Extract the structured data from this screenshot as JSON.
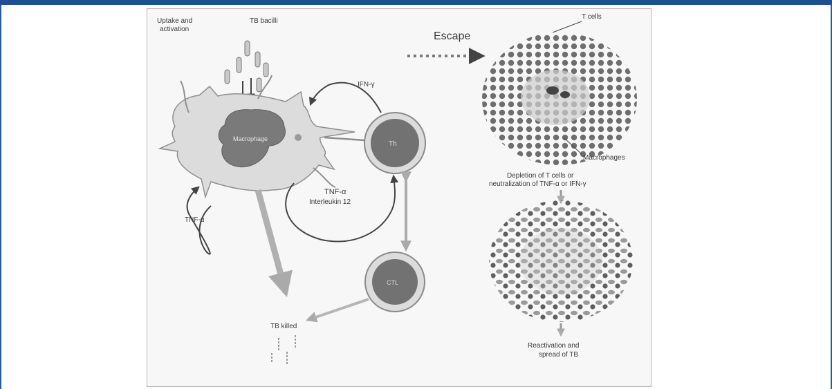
{
  "colors": {
    "header_bar": "#1f4f8f",
    "side_rule": "#2a5a98",
    "cell_fill": "#dadada",
    "nucleus": "#7a7a7a",
    "arrow": "#444444",
    "grey_arrow": "#b0b0b0"
  },
  "labels": {
    "uptake": [
      "Uptake and",
      "activation"
    ],
    "tb_bacilli": "TB bacilli",
    "escape": "Escape",
    "t_cells": "T cells",
    "ifn_gamma": "IFN-γ",
    "macrophage": "Macrophage",
    "th": "Th",
    "tnf_interleukin": [
      "TNF-α",
      "Interleukin 12"
    ],
    "tnf_alpha": "TNF-α",
    "ctl": "CTL",
    "tb_killed": "TB killed",
    "macrophages": "Macrophages",
    "depletion": [
      "Depletion of T cells or",
      "neutralization of TNF-α or IFN-γ"
    ],
    "reactivation": [
      "Reactivation and",
      "spread of TB"
    ]
  }
}
